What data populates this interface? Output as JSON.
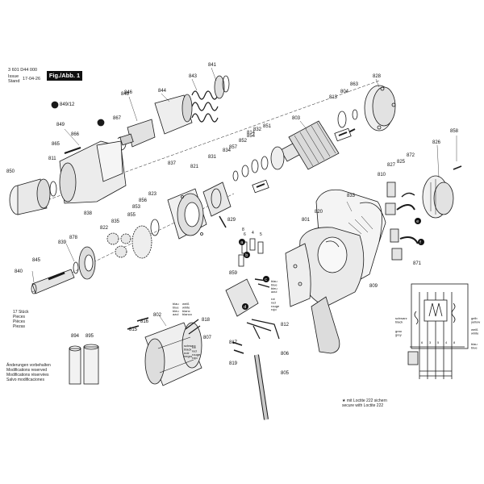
{
  "header": {
    "doc_number": "3 601 D44 000",
    "issue_label_1": "Issue",
    "issue_label_2": "Stand",
    "issue_date": "17-04-26",
    "figure_label": "Fig./Abb. 1"
  },
  "parts": [
    "841",
    "843",
    "844",
    "846",
    "848",
    "849/12",
    "849",
    "850",
    "865",
    "866",
    "867",
    "811",
    "813",
    "804",
    "863",
    "828",
    "803",
    "858",
    "826",
    "832",
    "851",
    "852",
    "853",
    "854",
    "855",
    "856",
    "857",
    "814",
    "834",
    "831",
    "837",
    "821",
    "822",
    "823",
    "835",
    "838",
    "839",
    "840",
    "845",
    "878",
    "829",
    "833",
    "810",
    "827",
    "825",
    "872",
    "871",
    "820",
    "801",
    "809",
    "859",
    "802",
    "815",
    "816",
    "818",
    "807",
    "812",
    "806",
    "819",
    "805",
    "817",
    "894",
    "895"
  ],
  "wire_labels": [
    {
      "text": "blau\nblue\nbleu\nazul"
    },
    {
      "text": "rot\nred\nrouge\nrojo"
    },
    {
      "text": "blau\nblue\nbleu\nazul"
    },
    {
      "text": "weiß\nwhite\nblanc\nblanco"
    },
    {
      "text": "schwarz\nblack\nnoir\nnegro"
    },
    {
      "text": "rot\nred\nrouge\nrojo"
    }
  ],
  "circle_letters": [
    "a",
    "b",
    "c",
    "d",
    "e",
    "f"
  ],
  "callout_numbers": [
    "4",
    "5",
    "6",
    "8"
  ],
  "schematic_labels": {
    "left": [
      "schwarz\nblack",
      "grau\ngrey"
    ],
    "right": [
      "gelb\nyellow",
      "weiß\nwhite",
      "blau\nblue"
    ],
    "terminals": [
      "6",
      "3",
      "5",
      "4",
      "8"
    ]
  },
  "notes": {
    "pieces": "17 Stück\nPieces\nPièces\nPiezas",
    "changes": "Änderungen vorbehalten\nModifications reserved\nModifications réservées\nSalvo modificaciones",
    "loctite": "★ mit Loctite 222 sichern\nsecure with Loctite 222"
  },
  "colors": {
    "ink": "#1a1a1a",
    "background": "#ffffff",
    "figure_box": "#111111"
  }
}
